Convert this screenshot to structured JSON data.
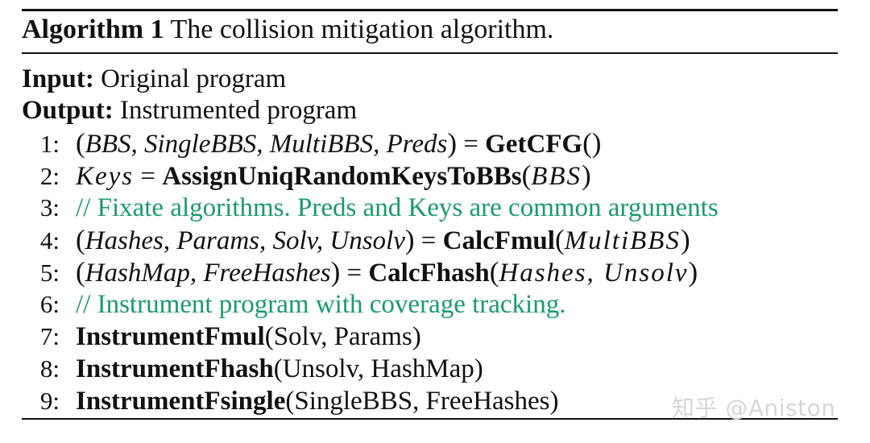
{
  "algorithm": {
    "label": "Algorithm 1",
    "title": "The collision mitigation algorithm.",
    "input_label": "Input:",
    "input_value": "Original program",
    "output_label": "Output:",
    "output_value": "Instrumented program",
    "steps": [
      {
        "num": "1:",
        "lhs": "BBS, SingleBBS, MultiBBS, Preds",
        "eq": " = ",
        "func": "GetCFG",
        "args": ""
      },
      {
        "num": "2:",
        "lhs": "Keys",
        "eq": " = ",
        "func": "AssignUniqRandomKeysToBBs",
        "args": "BBS"
      },
      {
        "num": "3:",
        "comment": "// Fixate algorithms. Preds and Keys are common arguments"
      },
      {
        "num": "4:",
        "lhs": "Hashes, Params, Solv, Unsolv",
        "eq": " = ",
        "func": "CalcFmul",
        "args": "MultiBBS"
      },
      {
        "num": "5:",
        "lhs": "HashMap, FreeHashes",
        "eq": " = ",
        "func": "CalcFhash",
        "args": "Hashes, Unsolv"
      },
      {
        "num": "6:",
        "comment": "// Instrument program with coverage tracking."
      },
      {
        "num": "7:",
        "func": "InstrumentFmul",
        "args": "Solv, Params"
      },
      {
        "num": "8:",
        "func": "InstrumentFhash",
        "args": "Unsolv, HashMap"
      },
      {
        "num": "9:",
        "func": "InstrumentFsingle",
        "args": "SingleBBS, FreeHashes"
      }
    ],
    "comment_color": "#1a9a6c"
  },
  "watermark": "知乎 @Aniston"
}
